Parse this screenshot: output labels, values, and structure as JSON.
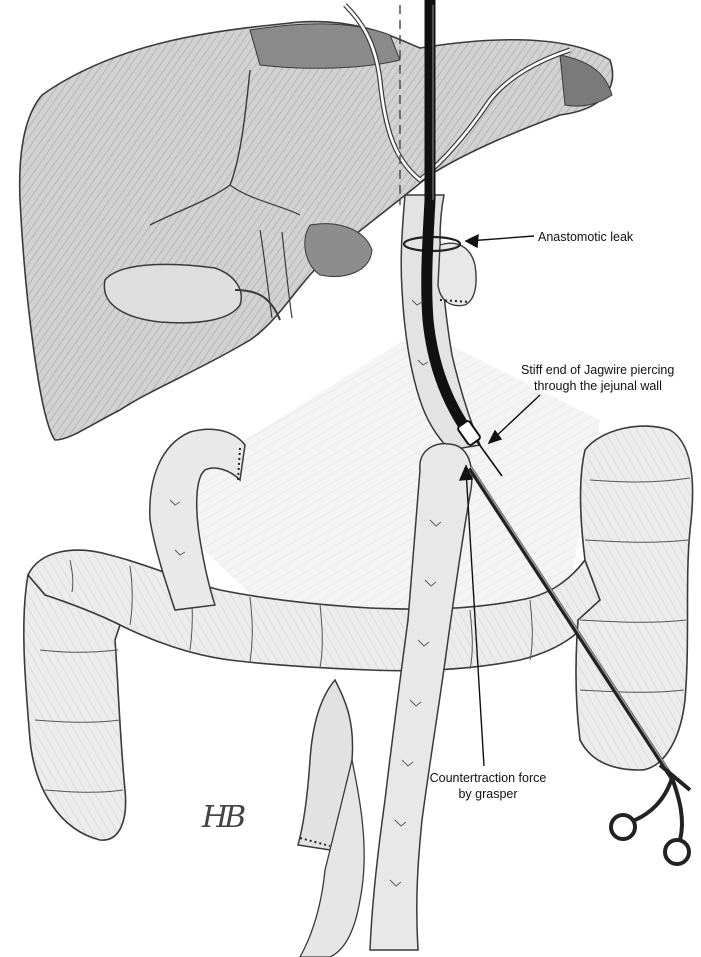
{
  "labels": {
    "leak": "Anastomotic leak",
    "stiff_line1": "Stiff end of Jagwire piercing",
    "stiff_line2": "through the jejunal wall",
    "counter_line1": "Countertraction force",
    "counter_line2": "by grasper"
  },
  "signature": "HB",
  "colors": {
    "organ_fill": "#cfcfcf",
    "organ_shade": "#a9a9a9",
    "outline": "#3a3a3a",
    "endoscope": "#111111",
    "background": "#ffffff"
  }
}
